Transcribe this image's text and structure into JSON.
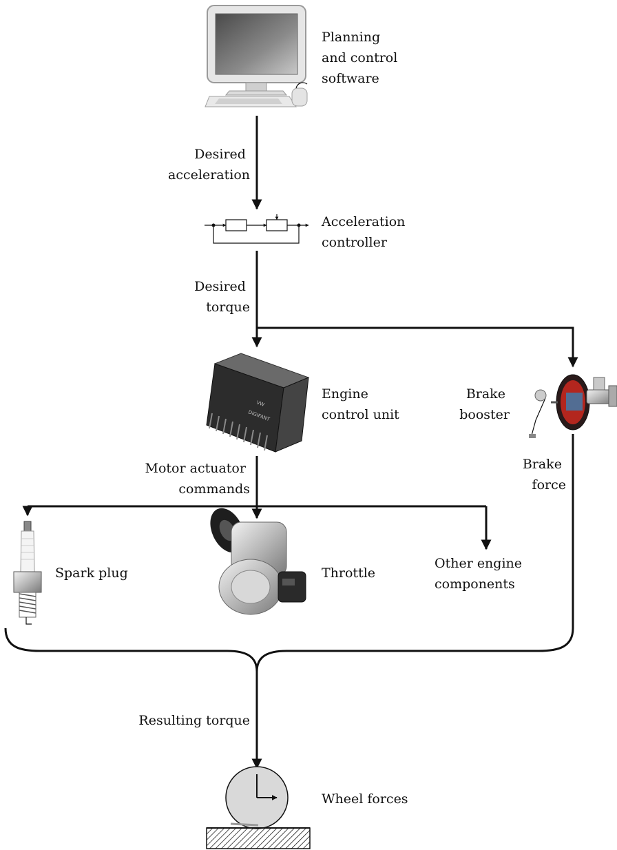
{
  "nodes": {
    "software": {
      "lines": [
        "Planning",
        "and control",
        "software"
      ]
    },
    "acc_controller": {
      "lines": [
        "Acceleration",
        "controller"
      ]
    },
    "ecu": {
      "lines": [
        "Engine",
        "control unit"
      ]
    },
    "brake_booster": {
      "lines": [
        "Brake",
        "booster"
      ]
    },
    "spark_plug": {
      "lines": [
        "Spark plug"
      ]
    },
    "throttle": {
      "lines": [
        "Throttle"
      ]
    },
    "other": {
      "lines": [
        "Other engine",
        "components"
      ]
    },
    "wheel": {
      "lines": [
        "Wheel forces"
      ]
    }
  },
  "edges": {
    "desired_acceleration": {
      "lines": [
        "Desired",
        "acceleration"
      ]
    },
    "desired_torque": {
      "lines": [
        "Desired",
        "torque"
      ]
    },
    "motor_commands": {
      "lines": [
        "Motor actuator",
        "commands"
      ]
    },
    "brake_force": {
      "lines": [
        "Brake",
        "force"
      ]
    },
    "resulting_torque": {
      "lines": [
        "Resulting torque"
      ]
    }
  },
  "ecu_label": {
    "brand": "DIGIFANT",
    "code": "VW"
  },
  "colors": {
    "line": "#111111",
    "wheel_fill": "#d9d9d9",
    "monitor_frame": "#d0d0d0",
    "booster_red": "#b3261e"
  }
}
